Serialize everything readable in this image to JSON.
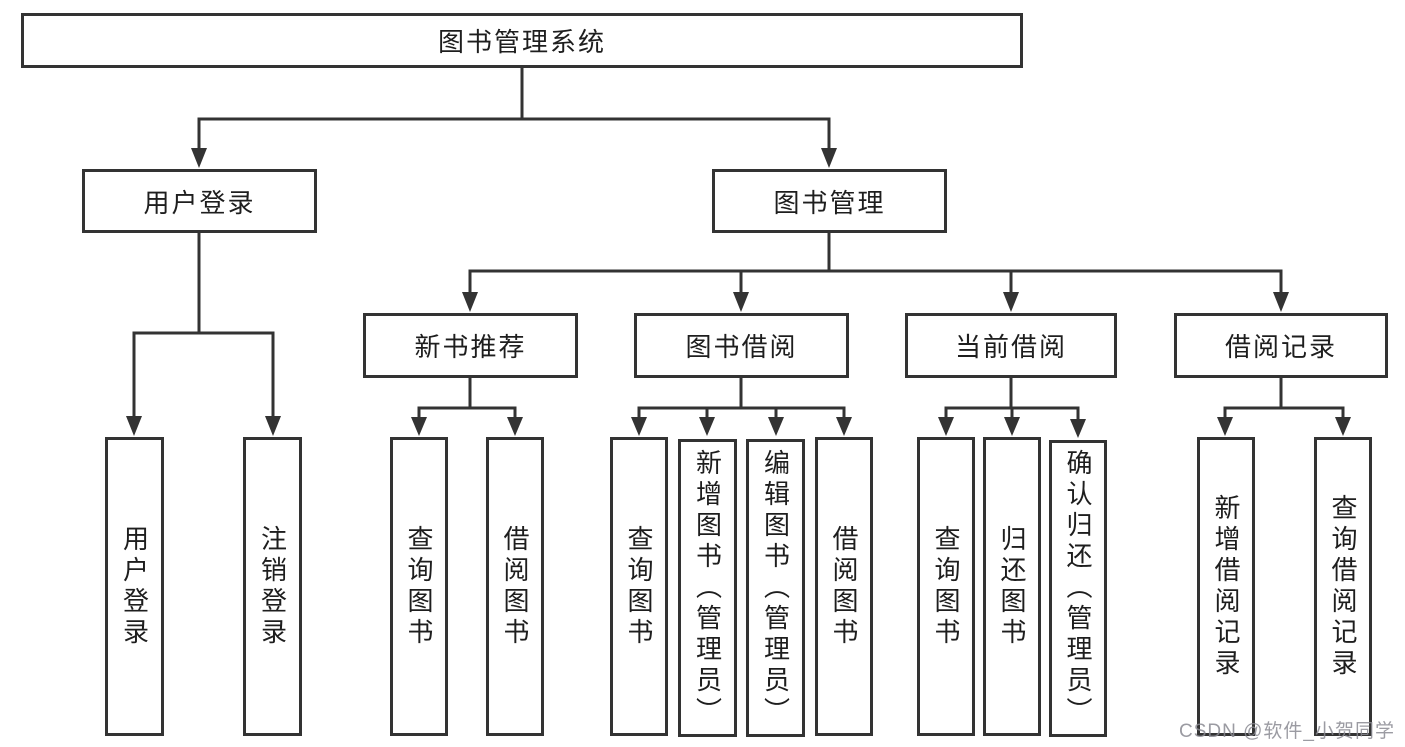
{
  "diagram": {
    "title": "图书管理系统",
    "root": {
      "label": "图书管理系统"
    },
    "level2": [
      {
        "label": "用户登录"
      },
      {
        "label": "图书管理"
      }
    ],
    "level3": [
      {
        "label": "新书推荐"
      },
      {
        "label": "图书借阅"
      },
      {
        "label": "当前借阅"
      },
      {
        "label": "借阅记录"
      }
    ],
    "leaves": {
      "user_login": [
        {
          "label": "用户登录"
        },
        {
          "label": "注销登录"
        }
      ],
      "new_book": [
        {
          "label": "查询图书"
        },
        {
          "label": "借阅图书"
        }
      ],
      "book_borrow": [
        {
          "label": "查询图书"
        },
        {
          "label": "新增图书（管理员）"
        },
        {
          "label": "编辑图书（管理员）"
        },
        {
          "label": "借阅图书"
        }
      ],
      "current_borrow": [
        {
          "label": "查询图书"
        },
        {
          "label": "归还图书"
        },
        {
          "label": "确认归还（管理员）"
        }
      ],
      "borrow_record": [
        {
          "label": "新增借阅记录"
        },
        {
          "label": "查询借阅记录"
        }
      ]
    },
    "colors": {
      "line": "#333333",
      "box_border": "#333333",
      "text": "#1e1e1e",
      "background": "#ffffff",
      "watermark": "#8a8a92"
    }
  },
  "watermark": {
    "text": "CSDN @软件_小贺同学"
  }
}
